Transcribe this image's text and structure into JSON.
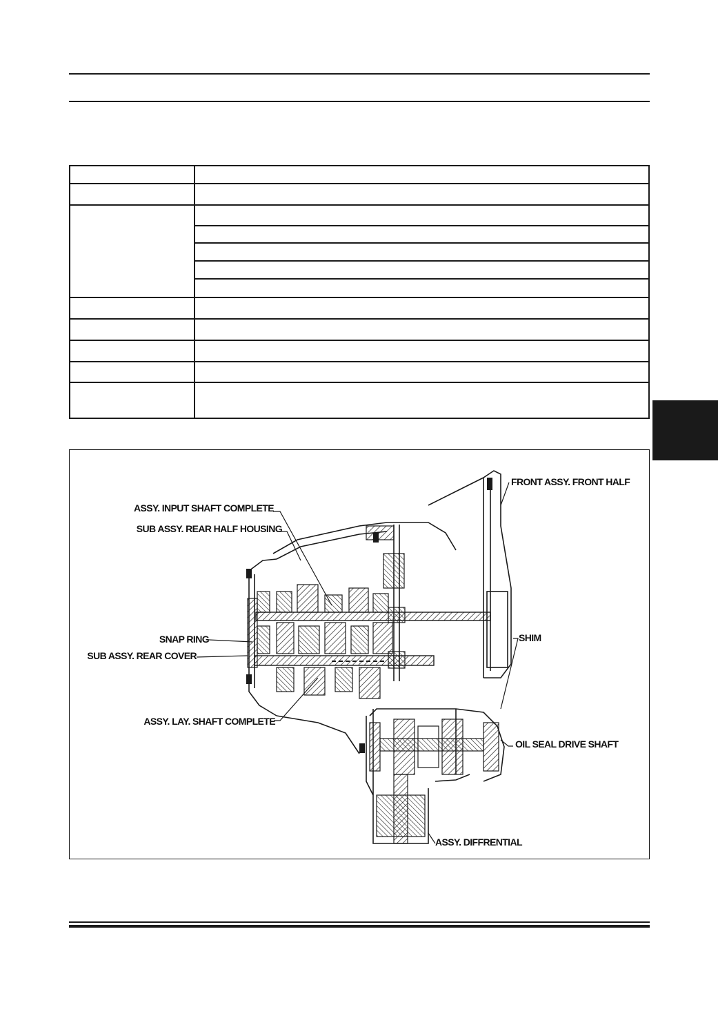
{
  "diagram": {
    "labels": {
      "front_half": "FRONT ASSY. FRONT HALF",
      "input_shaft": "ASSY. INPUT SHAFT COMPLETE",
      "rear_half_housing": "SUB ASSY. REAR HALF HOUSING",
      "snap_ring": "SNAP RING",
      "shim": "SHIM",
      "rear_cover": "SUB ASSY. REAR COVER",
      "lay_shaft": "ASSY. LAY. SHAFT COMPLETE",
      "oil_seal": "OIL SEAL DRIVE SHAFT",
      "differential": "ASSY. DIFFRENTIAL"
    }
  }
}
